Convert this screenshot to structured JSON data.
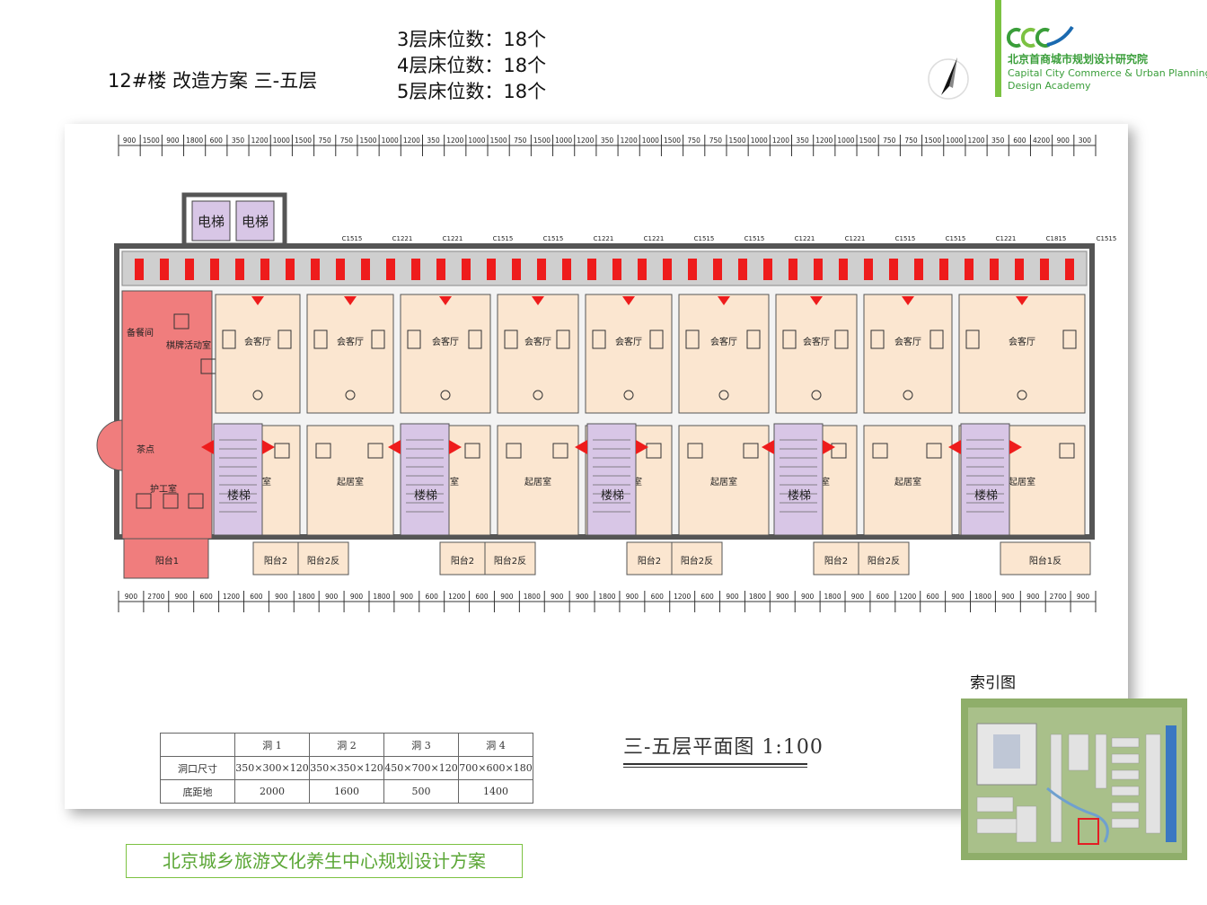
{
  "header": {
    "title": "12#楼 改造方案 三-五层",
    "bed_counts": [
      "3层床位数：18个",
      "4层床位数：18个",
      "5层床位数：18个"
    ]
  },
  "logo": {
    "name_cn": "北京首商城市规划设计研究院",
    "name_en_line1": "Capital City Commerce & Urban Planning",
    "name_en_line2": "Design Academy",
    "accent_color": "#7cc242"
  },
  "icons": {
    "north_arrow": "north-arrow-icon"
  },
  "plan": {
    "top_dims": [
      "900",
      "1500",
      "900",
      "1800",
      "600",
      "350",
      "1200",
      "1000",
      "1500",
      "750",
      "750",
      "1500",
      "1000",
      "1200",
      "350",
      "1200",
      "1000",
      "1500",
      "750",
      "1500",
      "1000",
      "1200",
      "350",
      "1200",
      "1000",
      "1500",
      "750",
      "750",
      "1500",
      "1000",
      "1200",
      "350",
      "1200",
      "1000",
      "1500",
      "750",
      "750",
      "1500",
      "1000",
      "1200",
      "350",
      "600",
      "4200",
      "900",
      "300"
    ],
    "bottom_dims": [
      "900",
      "2700",
      "900",
      "600",
      "1200",
      "600",
      "900",
      "1800",
      "900",
      "900",
      "1800",
      "900",
      "600",
      "1200",
      "600",
      "900",
      "1800",
      "900",
      "900",
      "1800",
      "900",
      "600",
      "1200",
      "600",
      "900",
      "1800",
      "900",
      "900",
      "1800",
      "900",
      "600",
      "1200",
      "600",
      "900",
      "1800",
      "900",
      "900",
      "2700",
      "900"
    ],
    "window_tags": [
      "C1515",
      "C1221",
      "C1221",
      "C1515",
      "C1515",
      "C1221",
      "C1221",
      "C1515",
      "C1515",
      "C1221",
      "C1221",
      "C1515",
      "C1515",
      "C1221",
      "C1815",
      "C1515"
    ],
    "elevators": [
      "电梯",
      "电梯"
    ],
    "rooms_left": [
      "备餐间",
      "棋牌活动室",
      "茶点",
      "护工室",
      "阳台1"
    ],
    "unit_living": "会客厅",
    "unit_bedroom": "起居室",
    "stair_label": "楼梯",
    "balcony_labels": [
      "阳台2",
      "阳台2反",
      "阳台2",
      "阳台2反",
      "阳台2",
      "阳台2反",
      "阳台2",
      "阳台2反",
      "阳台1反"
    ],
    "colors": {
      "corridor": "#cfcfcf",
      "unit": "#fbe6d0",
      "stair": "#d8c6e6",
      "public": "#f07d7d",
      "marker": "#ee1c1c"
    }
  },
  "opening_table": {
    "headers": [
      "",
      "洞 1",
      "洞 2",
      "洞 3",
      "洞 4"
    ],
    "rows": [
      [
        "洞口尺寸",
        "350×300×120",
        "350×350×120",
        "450×700×120",
        "700×600×180"
      ],
      [
        "底距地",
        "2000",
        "1600",
        "500",
        "1400"
      ]
    ]
  },
  "plan_title": "三-五层平面图 1:100",
  "index_map": {
    "label": "索引图"
  },
  "footer": {
    "project": "北京城乡旅游文化养生中心规划设计方案"
  }
}
